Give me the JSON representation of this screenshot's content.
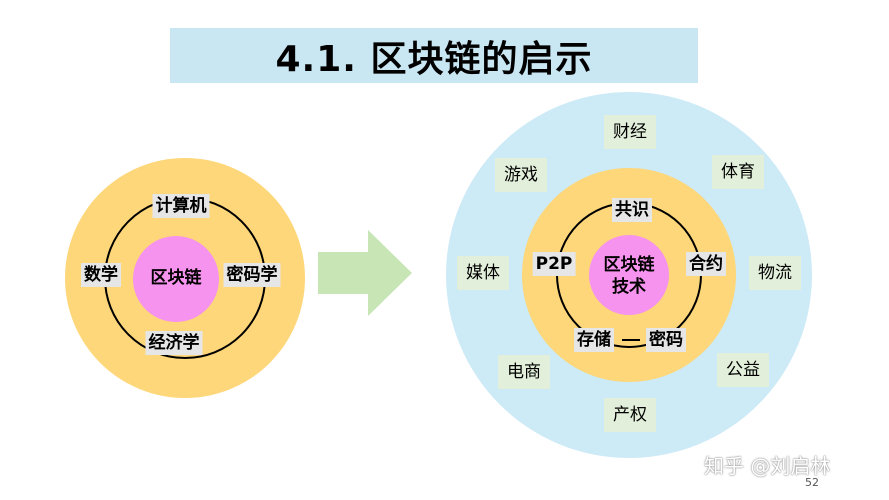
{
  "title": "4.1. 区块链的启示",
  "left_diagram": {
    "center": "区块链",
    "top": "计算机",
    "left": "数学",
    "right": "密码学",
    "bottom": "经济学"
  },
  "right_diagram": {
    "center_line1": "区块链",
    "center_line2": "技术",
    "inner": {
      "top": "共识",
      "left": "P2P",
      "right": "合约",
      "bottom_left": "存储",
      "bottom_right": "密码"
    },
    "outer": {
      "top": "财经",
      "top_left": "游戏",
      "top_right": "体育",
      "left": "媒体",
      "right": "物流",
      "bottom_left": "电商",
      "bottom_right": "公益",
      "bottom": "产权"
    }
  },
  "page_number": "52",
  "watermark": "知乎 @刘启林",
  "colors": {
    "title_bg": "#c9e7f3",
    "yellow": "#fdd77a",
    "pink": "#f693ee",
    "light_blue": "#cdeaf7",
    "green_box": "#e2efda",
    "arrow": "#c8e6b5",
    "label_bg": "#e6e6e6"
  }
}
